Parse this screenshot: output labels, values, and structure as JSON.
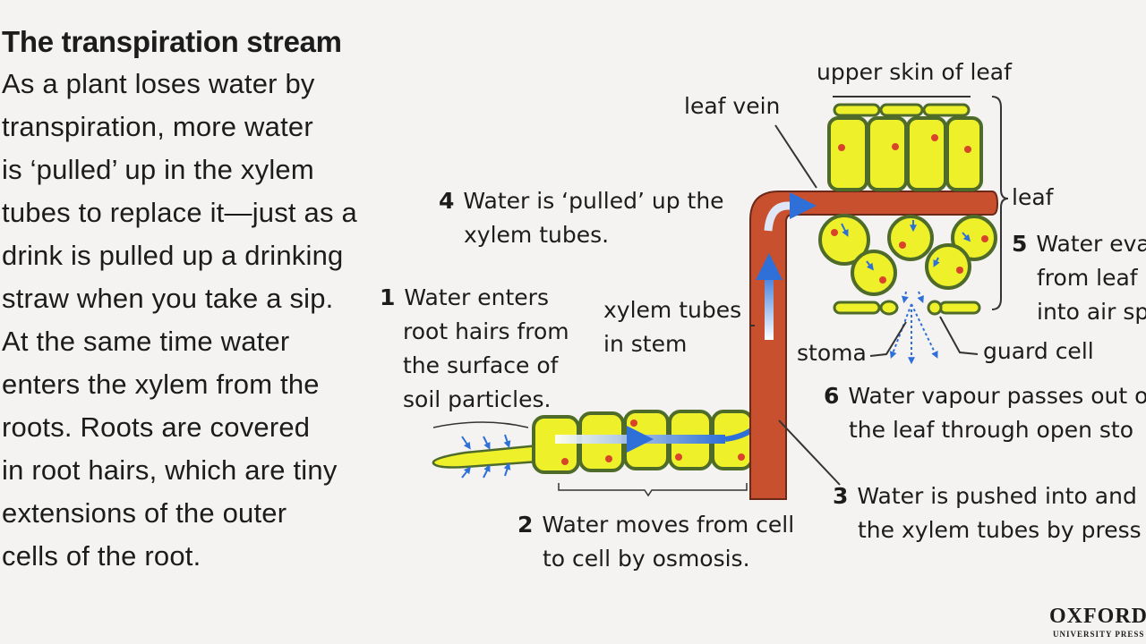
{
  "article": {
    "heading": "The transpiration stream",
    "lines": [
      "As a plant loses water by",
      "transpiration, more water",
      "is ‘pulled’ up in the xylem",
      "tubes to replace it—just as a",
      "drink is pulled up a drinking",
      "straw when you take a sip.",
      "At the same time water",
      "enters the xylem from the",
      "roots. Roots are covered",
      "in root hairs, which are tiny",
      "extensions of the outer",
      "cells of the root."
    ]
  },
  "diagram": {
    "labels": {
      "upper_skin": "upper skin of leaf",
      "leaf_vein": "leaf vein",
      "leaf": "leaf",
      "xylem_stem_1": "xylem tubes",
      "xylem_stem_2": "in stem",
      "stoma": "stoma",
      "guard_cell": "guard cell"
    },
    "steps": [
      {
        "num": "1",
        "lines": [
          "Water enters",
          "root hairs from",
          "the surface of",
          "soil particles."
        ]
      },
      {
        "num": "2",
        "lines": [
          "Water moves from cell",
          "to cell by osmosis."
        ]
      },
      {
        "num": "3",
        "lines": [
          "Water is pushed into and",
          "the xylem tubes by press"
        ]
      },
      {
        "num": "4",
        "lines": [
          "Water is ‘pulled’ up the",
          "xylem tubes."
        ]
      },
      {
        "num": "5",
        "lines": [
          "Water eva",
          "from leaf",
          "into air sp"
        ]
      },
      {
        "num": "6",
        "lines": [
          "Water vapour passes out o",
          "the leaf through open sto"
        ]
      }
    ]
  },
  "publisher": {
    "name": "OXFORD",
    "sub": "UNIVERSITY PRESS"
  },
  "colors": {
    "xylem": "#c8502e",
    "cell_fill": "#eef02a",
    "cell_border": "#4f6b2a",
    "arrow_blue": "#2e6fd8",
    "nucleus": "#d8442a"
  }
}
